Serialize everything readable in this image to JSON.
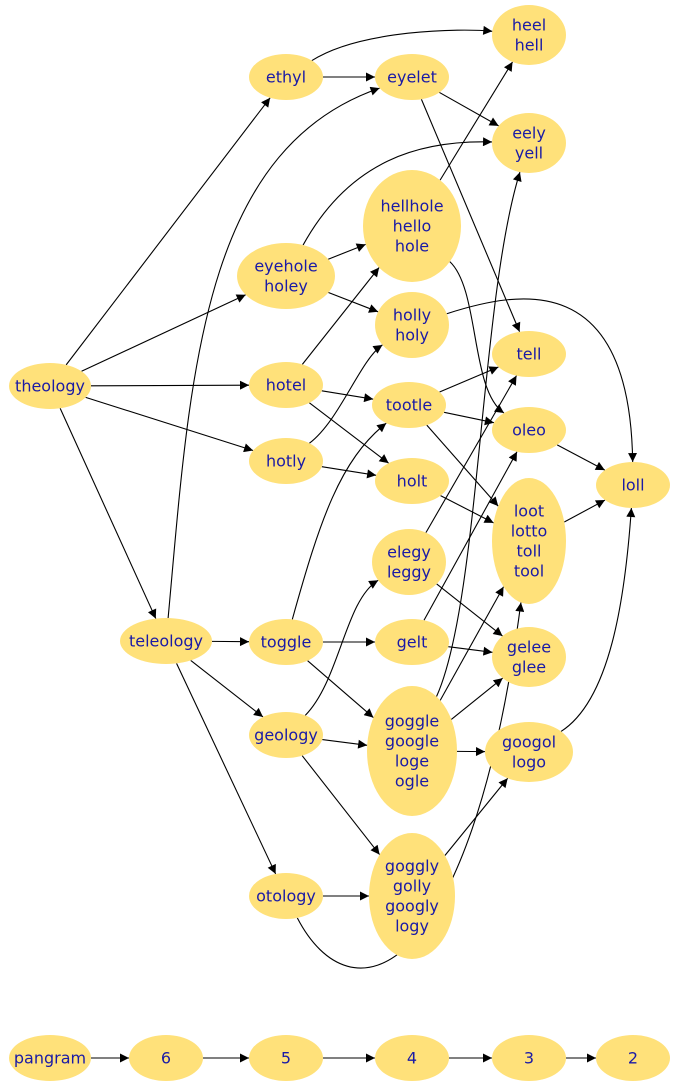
{
  "graph": {
    "nodes": {
      "theology": [
        "theology"
      ],
      "ethyl": [
        "ethyl"
      ],
      "eyelet": [
        "eyelet"
      ],
      "heel_hell": [
        "heel",
        "hell"
      ],
      "eely_yell": [
        "eely",
        "yell"
      ],
      "hellhole": [
        "hellhole",
        "hello",
        "hole"
      ],
      "eyehole": [
        "eyehole",
        "holey"
      ],
      "holly": [
        "holly",
        "holy"
      ],
      "tell": [
        "tell"
      ],
      "hotel": [
        "hotel"
      ],
      "tootle": [
        "tootle"
      ],
      "oleo": [
        "oleo"
      ],
      "loll": [
        "loll"
      ],
      "hotly": [
        "hotly"
      ],
      "holt": [
        "holt"
      ],
      "loot": [
        "loot",
        "lotto",
        "toll",
        "tool"
      ],
      "elegy": [
        "elegy",
        "leggy"
      ],
      "teleology": [
        "teleology"
      ],
      "toggle": [
        "toggle"
      ],
      "gelt": [
        "gelt"
      ],
      "gelee": [
        "gelee",
        "glee"
      ],
      "geology": [
        "geology"
      ],
      "goggle": [
        "goggle",
        "google",
        "loge",
        "ogle"
      ],
      "googol": [
        "googol",
        "logo"
      ],
      "otology": [
        "otology"
      ],
      "goggly": [
        "goggly",
        "golly",
        "googly",
        "logy"
      ],
      "pangram": [
        "pangram"
      ],
      "six": [
        "6"
      ],
      "five": [
        "5"
      ],
      "four": [
        "4"
      ],
      "three": [
        "3"
      ],
      "two": [
        "2"
      ]
    },
    "edges": [
      [
        "theology",
        "ethyl"
      ],
      [
        "theology",
        "eyehole"
      ],
      [
        "theology",
        "hotel"
      ],
      [
        "theology",
        "hotly"
      ],
      [
        "theology",
        "teleology"
      ],
      [
        "ethyl",
        "eyelet"
      ],
      [
        "ethyl",
        "heel_hell"
      ],
      [
        "eyelet",
        "eely_yell"
      ],
      [
        "eyelet",
        "tell"
      ],
      [
        "hellhole",
        "heel_hell"
      ],
      [
        "hellhole",
        "oleo"
      ],
      [
        "eyehole",
        "eely_yell"
      ],
      [
        "eyehole",
        "hellhole"
      ],
      [
        "eyehole",
        "holly"
      ],
      [
        "holly",
        "loll"
      ],
      [
        "hotel",
        "hellhole"
      ],
      [
        "hotel",
        "tootle"
      ],
      [
        "hotel",
        "holt"
      ],
      [
        "hotly",
        "holly"
      ],
      [
        "hotly",
        "holt"
      ],
      [
        "tootle",
        "tell"
      ],
      [
        "tootle",
        "oleo"
      ],
      [
        "tootle",
        "loot"
      ],
      [
        "holt",
        "loot"
      ],
      [
        "oleo",
        "loll"
      ],
      [
        "loot",
        "loll"
      ],
      [
        "teleology",
        "eyelet"
      ],
      [
        "teleology",
        "toggle"
      ],
      [
        "teleology",
        "geology"
      ],
      [
        "teleology",
        "otology"
      ],
      [
        "toggle",
        "tootle"
      ],
      [
        "toggle",
        "gelt"
      ],
      [
        "toggle",
        "goggle"
      ],
      [
        "elegy",
        "tell"
      ],
      [
        "elegy",
        "gelee"
      ],
      [
        "gelt",
        "oleo"
      ],
      [
        "gelt",
        "gelee"
      ],
      [
        "geology",
        "elegy"
      ],
      [
        "geology",
        "goggle"
      ],
      [
        "geology",
        "goggly"
      ],
      [
        "goggle",
        "eely_yell"
      ],
      [
        "goggle",
        "loot"
      ],
      [
        "goggle",
        "gelee"
      ],
      [
        "goggle",
        "googol"
      ],
      [
        "goggly",
        "googol"
      ],
      [
        "googol",
        "loll"
      ],
      [
        "otology",
        "goggly"
      ],
      [
        "otology",
        "loot"
      ],
      [
        "pangram",
        "six"
      ],
      [
        "six",
        "five"
      ],
      [
        "five",
        "four"
      ],
      [
        "four",
        "three"
      ],
      [
        "three",
        "two"
      ]
    ]
  }
}
